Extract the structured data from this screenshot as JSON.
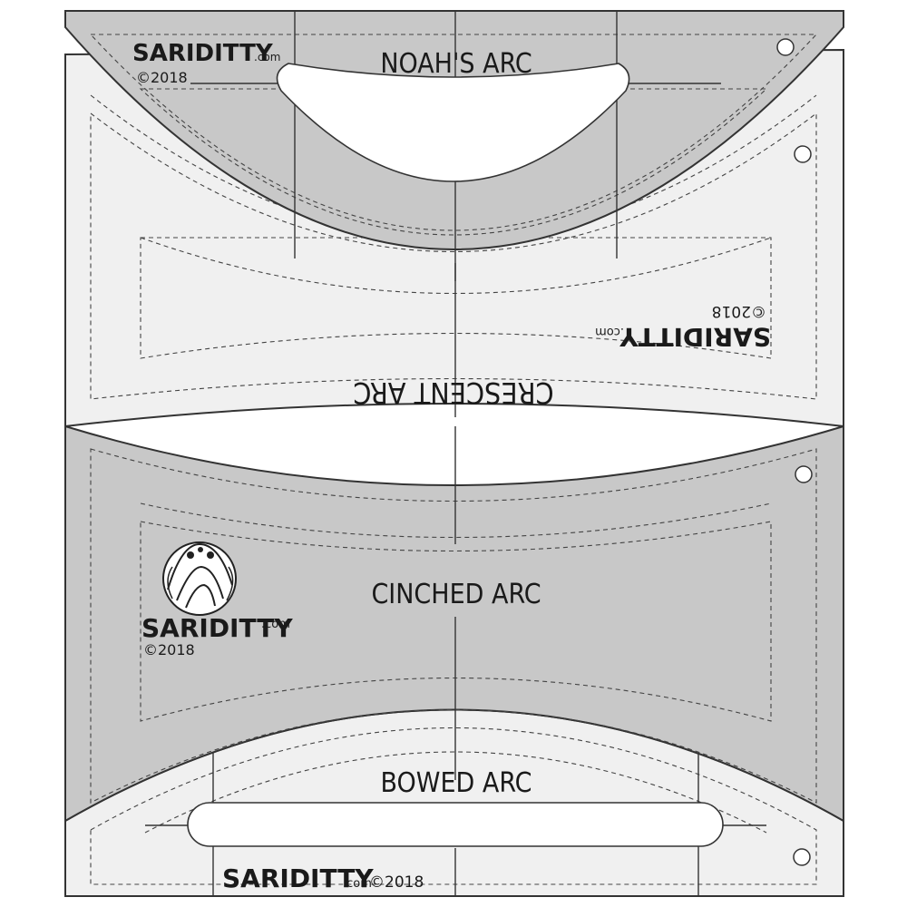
{
  "rulers": {
    "noahs_arc": {
      "title": "NOAH'S ARC",
      "brand": "SARIDITTY",
      "brand_suffix": ".com",
      "copyright": "©2018"
    },
    "crescent_arc": {
      "title": "CRESCENT ARC",
      "brand": "SARIDITTY",
      "brand_suffix": ".com",
      "copyright": "©2018"
    },
    "cinched_arc": {
      "title": "CINCHED ARC",
      "brand": "SARIDITTY",
      "brand_suffix": ".com",
      "copyright": "©2018"
    },
    "bowed_arc": {
      "title": "BOWED ARC",
      "brand": "SARIDITTY",
      "brand_suffix": ".com",
      "copyright": "©2018"
    }
  },
  "colors": {
    "gray_ruler": "#c8c8c8",
    "light_ruler": "#f0f0f0",
    "line": "#333333"
  }
}
